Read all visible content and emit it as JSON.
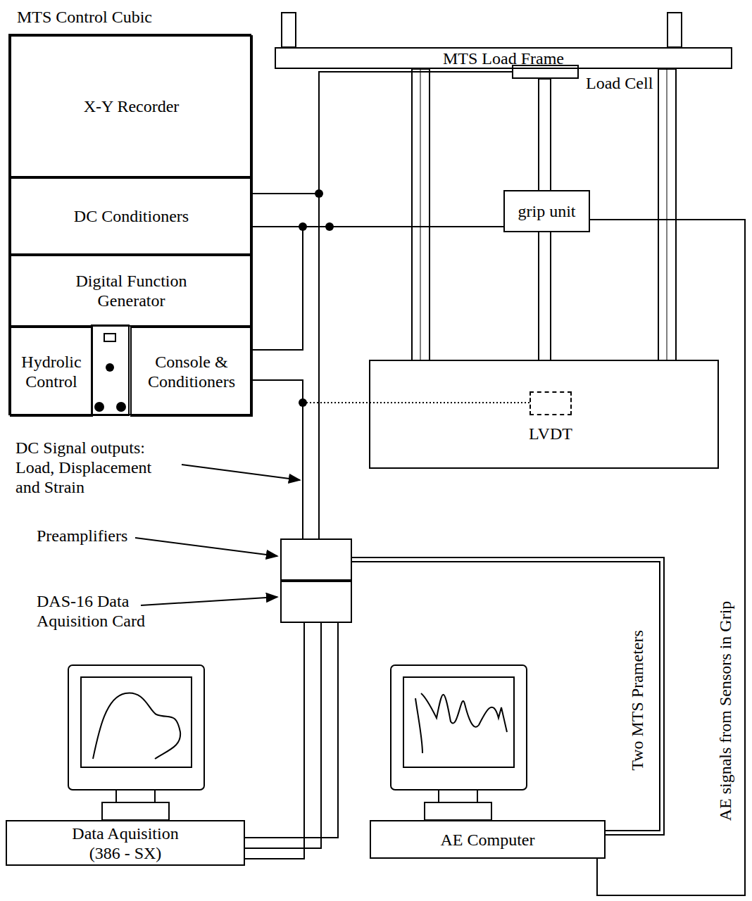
{
  "diagram": {
    "nodes": [
      {
        "text": [
          "MTS Control Cubic"
        ]
      },
      {
        "text": [
          "X-Y Recorder"
        ],
        "in": 0
      },
      {
        "text": [
          "DC Conditioners"
        ],
        "in": 0
      },
      {
        "text": [
          "Digital Function Generator"
        ],
        "in": 0
      },
      {
        "text": [
          "Hydrolic Control"
        ],
        "in": 0
      },
      {
        "text": [
          "Console & Conditioners"
        ],
        "in": 0
      },
      {
        "text": [
          "MTS Load Frame"
        ]
      },
      {
        "text": [
          "Load Cell"
        ]
      },
      {
        "text": [
          "grip unit"
        ]
      },
      {
        "text": [
          "LVDT"
        ]
      },
      {
        "text": [
          "Preamplifiers"
        ]
      },
      {
        "text": [
          "DAS-16 Data Aquisition Card"
        ]
      },
      {
        "text": [
          "Data Aquisition (386 - SX)"
        ]
      },
      {
        "text": [
          "AE Computer"
        ]
      }
    ],
    "edges": [
      {
        "from": 7,
        "to": 10,
        "arrow": "none"
      },
      {
        "from": 2,
        "to": 10,
        "arrow": "none"
      },
      {
        "from": 2,
        "to": 8,
        "arrow": "none"
      },
      {
        "from": 5,
        "to": 8,
        "arrow": "none"
      },
      {
        "from": 5,
        "to": 10,
        "arrow": "none"
      },
      {
        "from": 9,
        "to": 10,
        "arrow": "none"
      },
      {
        "from": 10,
        "to": 13,
        "arrow": "none"
      },
      {
        "from": 8,
        "to": 13,
        "arrow": "none"
      },
      {
        "from": 11,
        "to": 12,
        "arrow": "none"
      }
    ],
    "labels": [
      "DC Signal outputs: Load, Displacement and Strain",
      "Two MTS Prameters",
      "AE signals from Sensors in Grip"
    ]
  }
}
